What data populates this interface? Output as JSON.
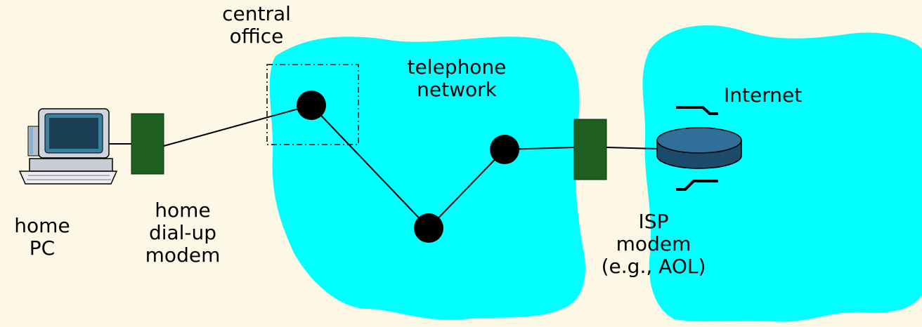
{
  "labels": {
    "central_office": [
      "central",
      "office"
    ],
    "telephone_network": [
      "telephone",
      "network"
    ],
    "internet": "Internet",
    "home_pc": [
      "home",
      "PC"
    ],
    "home_modem": [
      "home",
      "dial-up",
      "modem"
    ],
    "isp_modem": [
      "ISP",
      "modem",
      "(e.g., AOL)"
    ]
  },
  "colors": {
    "background": "#fdf8e6",
    "cloud": "#00ffff",
    "modem": "#1f5f1f",
    "router_top": "#2f6f9a",
    "router_side": "#1b4a6b"
  }
}
